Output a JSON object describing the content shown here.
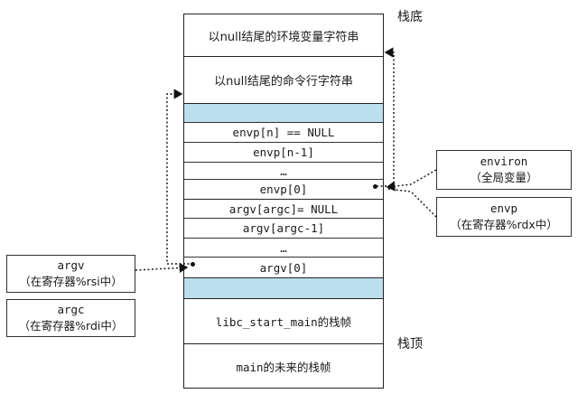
{
  "stack": {
    "rows": [
      {
        "text": "以null结尾的环境变量字符串",
        "type": "text"
      },
      {
        "text": "以null结尾的命令行字符串",
        "type": "text"
      },
      {
        "text": "",
        "type": "highlight"
      },
      {
        "text": "envp[n] == NULL",
        "type": "mono"
      },
      {
        "text": "envp[n-1]",
        "type": "mono"
      },
      {
        "text": "…",
        "type": "mono"
      },
      {
        "text": "envp[0]",
        "type": "mono"
      },
      {
        "text": "argv[argc]= NULL",
        "type": "mono"
      },
      {
        "text": "argv[argc-1]",
        "type": "mono"
      },
      {
        "text": "…",
        "type": "mono"
      },
      {
        "text": "argv[0]",
        "type": "mono"
      },
      {
        "text": "",
        "type": "highlight"
      },
      {
        "text": "libc_start_main的栈帧",
        "type": "mixed"
      },
      {
        "text": "main的未来的栈帧",
        "type": "mixed"
      }
    ]
  },
  "labels": {
    "stack_bottom": "栈底",
    "stack_top": "栈顶"
  },
  "boxes": {
    "environ": {
      "line1": "environ",
      "line2": "（全局变量）"
    },
    "envp": {
      "line1": "envp",
      "line2": "（在寄存器%rdx中）"
    },
    "argv": {
      "line1": "argv",
      "line2": "（在寄存器%rsi中）"
    },
    "argc": {
      "line1": "argc",
      "line2": "（在寄存器%rdi中）"
    }
  },
  "colors": {
    "highlight": "#bcdfee",
    "border": "#222222"
  }
}
